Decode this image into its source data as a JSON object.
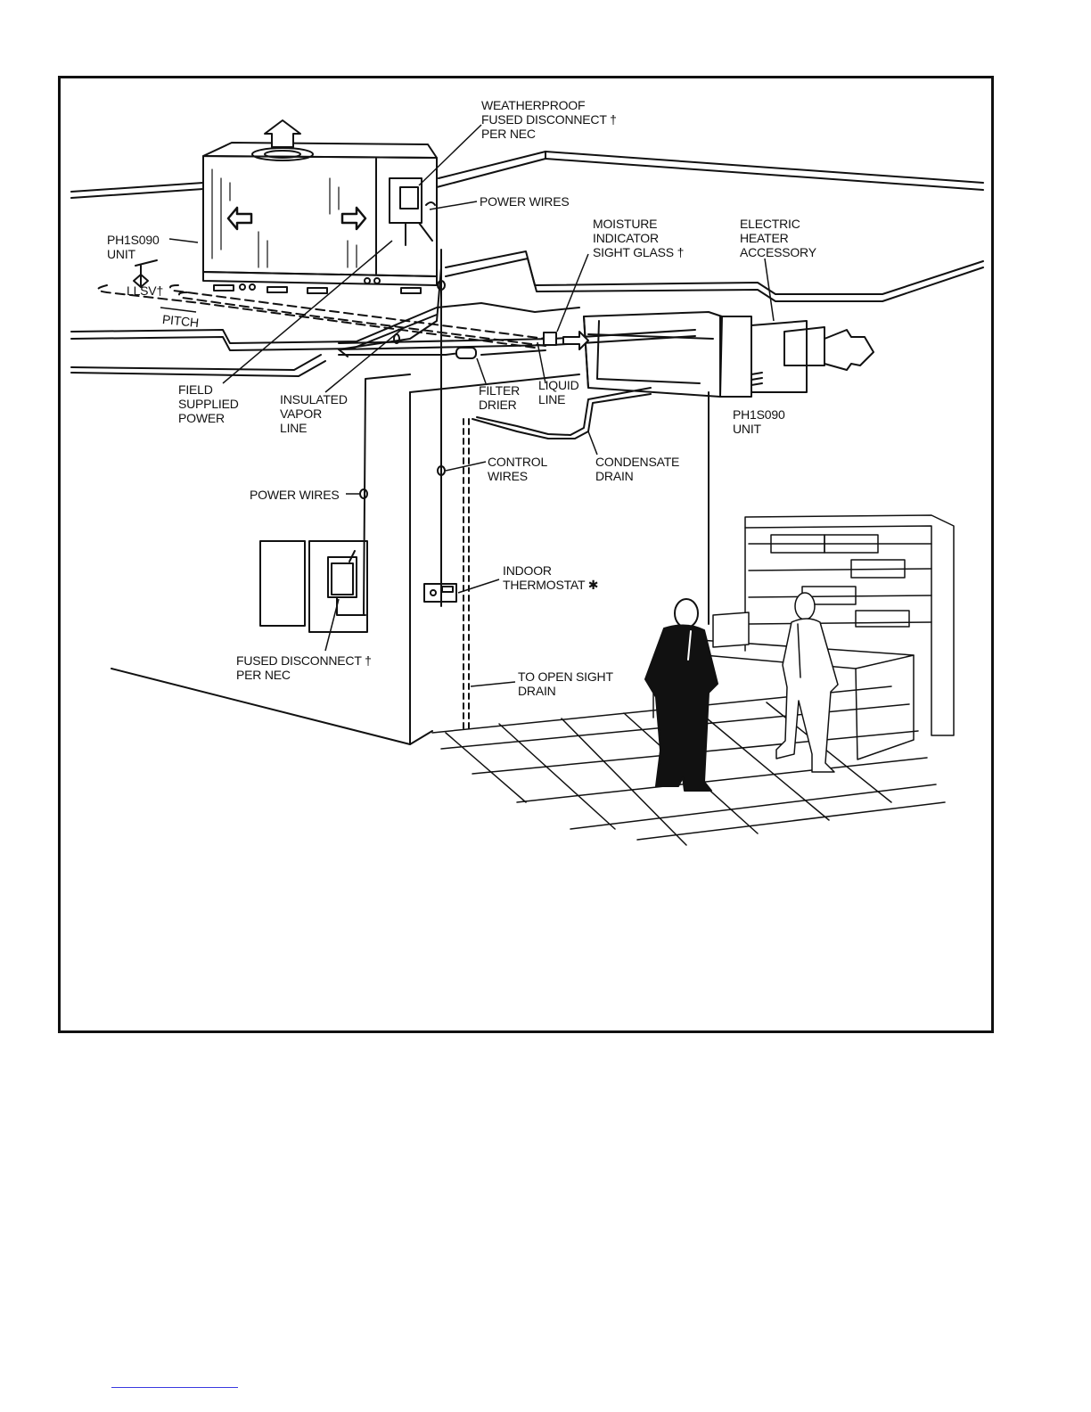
{
  "labels": {
    "weatherproof": [
      "WEATHERPROOF",
      "FUSED DISCONNECT †",
      "PER NEC"
    ],
    "power_wires_top": "POWER WIRES",
    "moisture": [
      "MOISTURE",
      "INDICATOR",
      "SIGHT GLASS †"
    ],
    "electric_heater": [
      "ELECTRIC",
      "HEATER",
      "ACCESSORY"
    ],
    "unit_outdoor": [
      "PH1S090",
      "UNIT"
    ],
    "llsv": "LLSV†",
    "pitch": "PITCH",
    "field_supplied": [
      "FIELD",
      "SUPPLIED",
      "POWER"
    ],
    "insulated_vapor": [
      "INSULATED",
      "VAPOR",
      "LINE"
    ],
    "filter_drier": [
      "FILTER",
      "DRIER"
    ],
    "liquid_line": [
      "LIQUID",
      "LINE"
    ],
    "unit_indoor": [
      "PH1S090",
      "UNIT"
    ],
    "control_wires": [
      "CONTROL",
      "WIRES"
    ],
    "condensate_drain": [
      "CONDENSATE",
      "DRAIN"
    ],
    "power_wires_left": "POWER WIRES",
    "indoor_thermostat": [
      "INDOOR",
      "THERMOSTAT ✱"
    ],
    "fused_disconnect": [
      "FUSED DISCONNECT †",
      "PER NEC"
    ],
    "open_sight_drain": [
      "TO OPEN SIGHT",
      "DRAIN"
    ]
  }
}
